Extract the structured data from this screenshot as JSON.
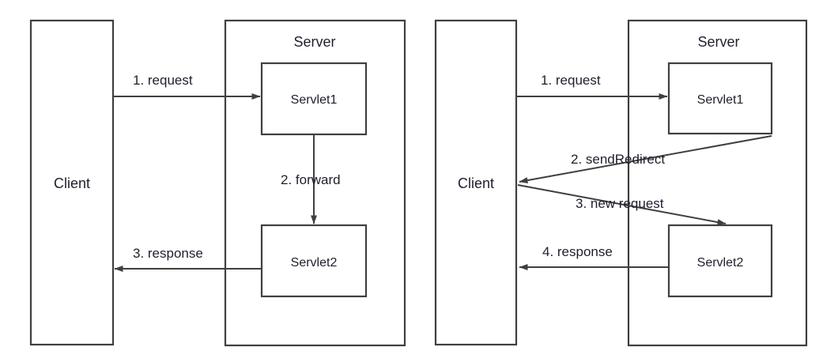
{
  "meta": {
    "title": "Servlet forward vs sendRedirect comparison diagram",
    "stroke_color": "#3f3f3f",
    "text_color": "#1f1f2e",
    "background_color": "#ffffff"
  },
  "diagrams": [
    {
      "id": "forward",
      "client": {
        "label": "Client"
      },
      "server": {
        "label": "Server"
      },
      "servlets": [
        {
          "label": "Servlet1"
        },
        {
          "label": "Servlet2"
        }
      ],
      "arrows": [
        {
          "label": "1. request",
          "from": "client",
          "to": "servlet1",
          "direction": "right"
        },
        {
          "label": "2. forward",
          "from": "servlet1",
          "to": "servlet2",
          "direction": "down"
        },
        {
          "label": "3. response",
          "from": "servlet2",
          "to": "client",
          "direction": "left"
        }
      ]
    },
    {
      "id": "sendRedirect",
      "client": {
        "label": "Client"
      },
      "server": {
        "label": "Server"
      },
      "servlets": [
        {
          "label": "Servlet1"
        },
        {
          "label": "Servlet2"
        }
      ],
      "arrows": [
        {
          "label": "1. request",
          "from": "client",
          "to": "servlet1",
          "direction": "right"
        },
        {
          "label": "2. sendRedirect",
          "from": "servlet1",
          "to": "client",
          "direction": "left-diagonal"
        },
        {
          "label": "3. new request",
          "from": "client",
          "to": "servlet2",
          "direction": "right-diagonal"
        },
        {
          "label": "4. response",
          "from": "servlet2",
          "to": "client",
          "direction": "left"
        }
      ]
    }
  ]
}
